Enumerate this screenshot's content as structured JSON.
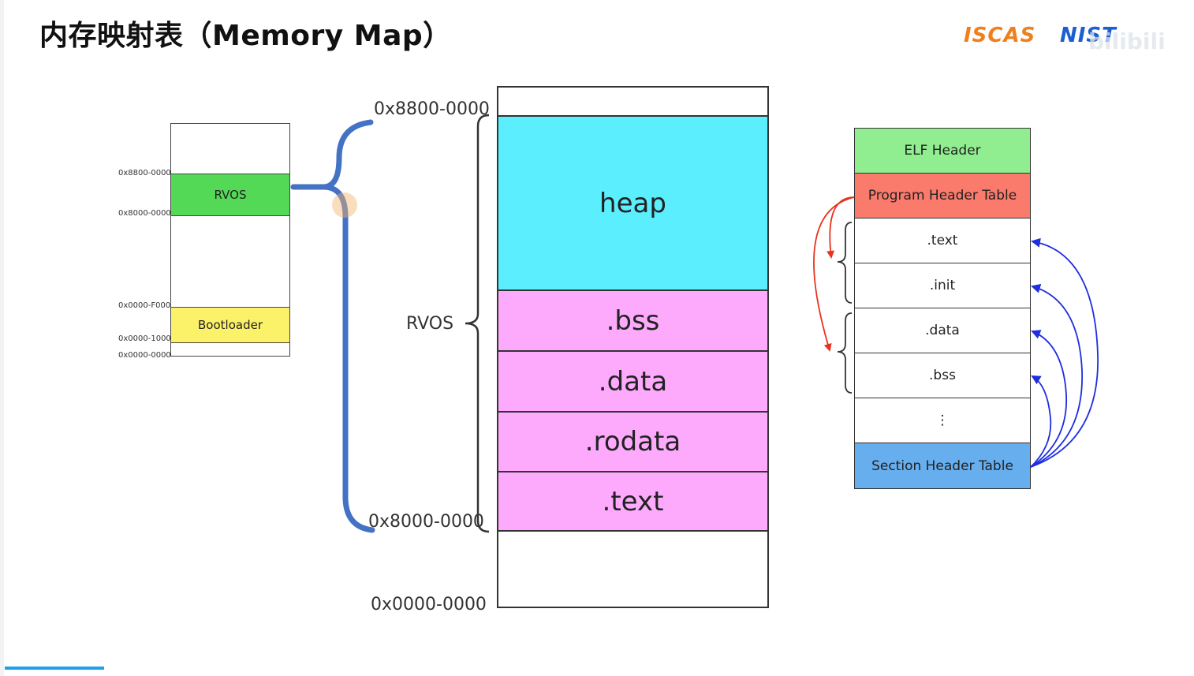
{
  "title": "内存映射表（Memory Map）",
  "logos": {
    "left": "ISCAS",
    "right": "NIST",
    "watermark": "bilibili"
  },
  "small_memory": {
    "regions": [
      {
        "label": "RVOS",
        "color": "#54d957"
      },
      {
        "label": "Bootloader",
        "color": "#fbf26a"
      }
    ],
    "addresses": [
      "0x8800-0000",
      "0x8000-0000",
      "0x0000-F000",
      "0x0000-1000",
      "0x0000-0000"
    ]
  },
  "big_memory": {
    "regions": [
      {
        "label": "heap",
        "color": "#5aeefe"
      },
      {
        "label": ".bss",
        "color": "#fdaafd"
      },
      {
        "label": ".data",
        "color": "#fdaafd"
      },
      {
        "label": ".rodata",
        "color": "#fdaafd"
      },
      {
        "label": ".text",
        "color": "#fdaafd"
      }
    ],
    "addresses": {
      "top": "0x8800-0000",
      "rvos_bottom": "0x8000-0000",
      "bottom": "0x0000-0000"
    },
    "group_label": "RVOS"
  },
  "elf_layout": {
    "rows": [
      {
        "label": "ELF Header",
        "color": "#90ee90"
      },
      {
        "label": "Program Header Table",
        "color": "#fa7a6c"
      },
      {
        "label": ".text",
        "color": "#ffffff"
      },
      {
        "label": ".init",
        "color": "#ffffff"
      },
      {
        "label": ".data",
        "color": "#ffffff"
      },
      {
        "label": ".bss",
        "color": "#ffffff"
      },
      {
        "label": "⋮",
        "color": "#ffffff"
      },
      {
        "label": "Section Header Table",
        "color": "#66aeee"
      }
    ]
  },
  "colors": {
    "brace_blue": "#4472c4",
    "arrow_red": "#e8321e",
    "arrow_blue": "#1e2ee0",
    "accent_bar": "#1ea0e6"
  }
}
